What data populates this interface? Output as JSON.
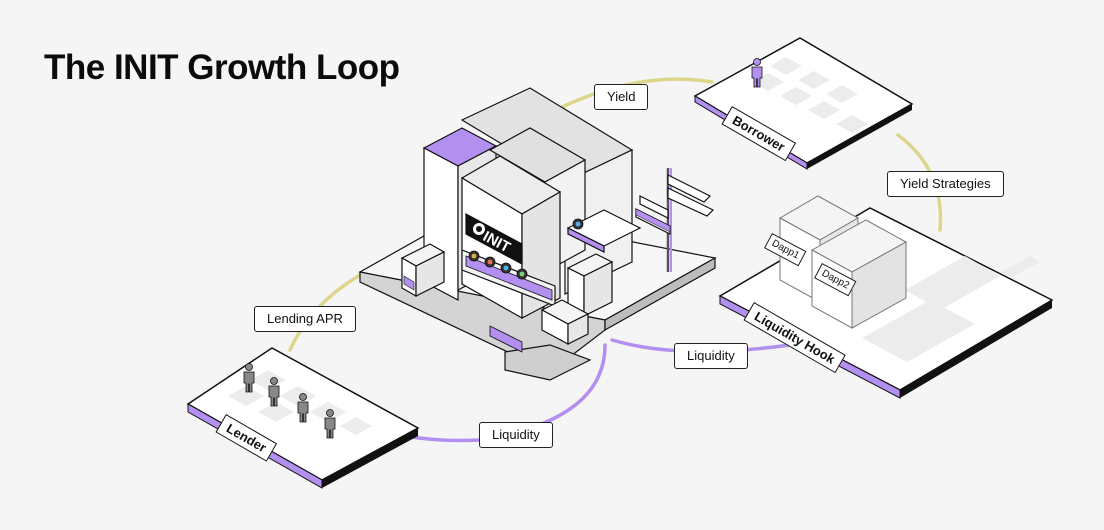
{
  "title": "The INIT Growth Loop",
  "building": {
    "logo": "INIT"
  },
  "zones": {
    "borrower": "Borrower",
    "lender": "Lender",
    "liquidity_hook": "Liquidity Hook"
  },
  "dapps": [
    "Dapp1",
    "Dapp2"
  ],
  "flows": {
    "yield": "Yield",
    "yield_strategies": "Yield Strategies",
    "lending_apr": "Lending APR",
    "liquidity_right": "Liquidity",
    "liquidity_bottom": "Liquidity"
  },
  "colors": {
    "accent_purple": "#b38ff0",
    "loop_yellow": "#dcd58c",
    "ink": "#111111",
    "background": "#f5f5f5"
  }
}
